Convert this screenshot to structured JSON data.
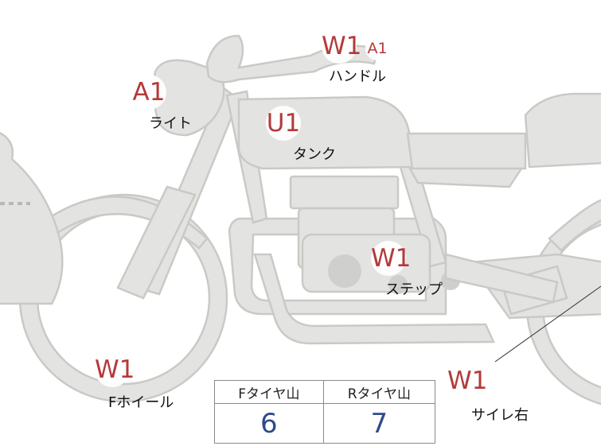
{
  "parts": {
    "handle": {
      "badge": "W1",
      "badge2": "A1",
      "label": "ハンドル"
    },
    "light": {
      "badge": "A1",
      "label": "ライト"
    },
    "tank": {
      "badge": "U1",
      "label": "タンク"
    },
    "step": {
      "badge": "W1",
      "label": "ステップ"
    },
    "front_wheel": {
      "badge": "W1",
      "label": "Fホイール"
    },
    "silencer_right": {
      "badge": "W1",
      "label": "サイレ右"
    }
  },
  "tire_table": {
    "front_header": "Fタイヤ山",
    "rear_header": "Rタイヤ山",
    "front_value": "6",
    "rear_value": "7"
  },
  "colors": {
    "badge_text": "#b43a3a",
    "value_text": "#2f4a8a",
    "part_fill": "#e3e4e1"
  }
}
